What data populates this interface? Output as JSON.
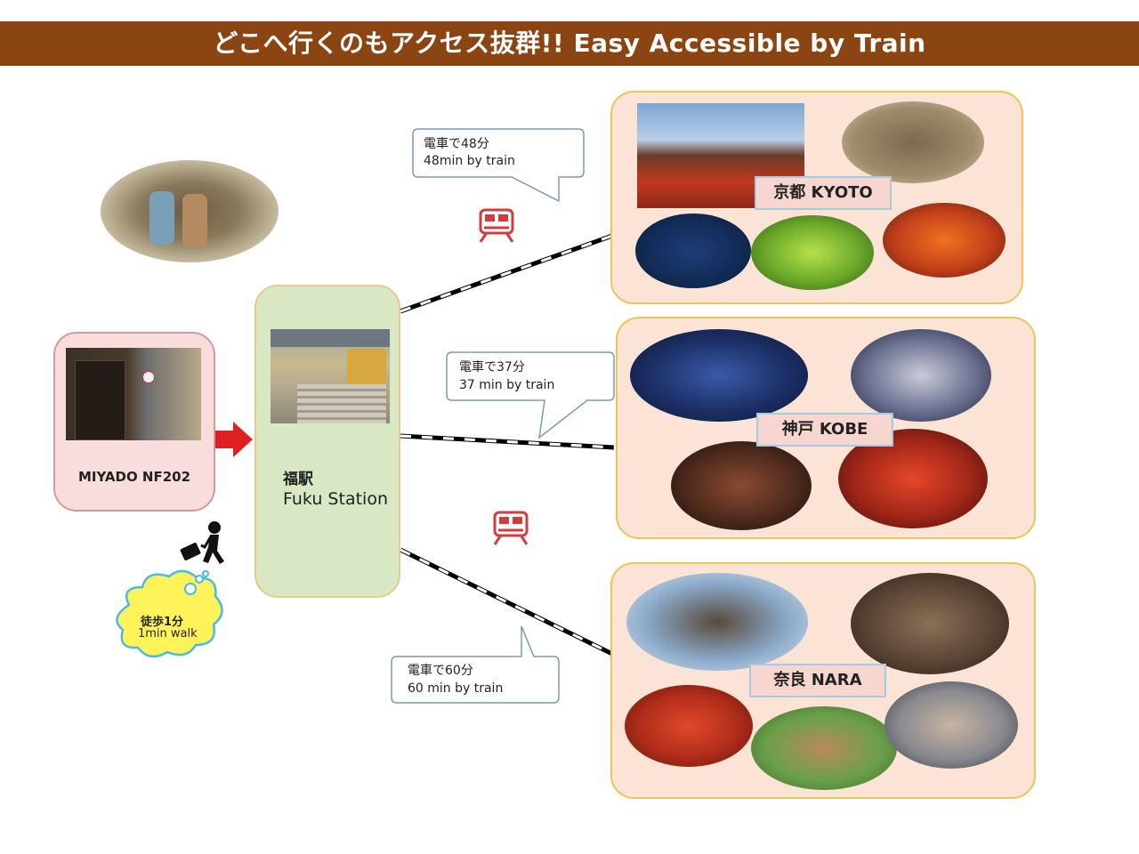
{
  "banner": {
    "title": "どこへ行くのもアクセス抜群!! Easy Accessible by Train"
  },
  "property": {
    "name": "MIYADO NF202"
  },
  "walk": {
    "jp": "徒歩1分",
    "en": "1min walk"
  },
  "station": {
    "jp": "福駅",
    "en": "Fuku Station"
  },
  "routes": [
    {
      "jp": "電車で48分",
      "en": "48min by train",
      "city": "京都  KYOTO"
    },
    {
      "jp": "電車で37分",
      "en": "37 min  by train",
      "city": "神戸  KOBE"
    },
    {
      "jp": "電車で60分",
      "en": "60 min  by train",
      "city": "奈良  NARA"
    }
  ],
  "colors": {
    "banner": "#8b4513",
    "property_box": "#f9dcdc",
    "station_box": "#d9e8c4",
    "city_box": "#fbe3d6",
    "arrow": "#e02020",
    "train_icon": "#d23c3c"
  },
  "icons": [
    "walking-person-icon",
    "train-icon",
    "thought-cloud-icon"
  ]
}
